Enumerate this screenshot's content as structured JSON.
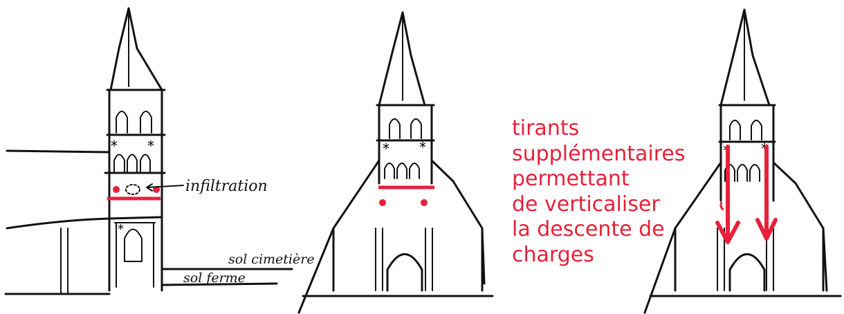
{
  "labels": {
    "infiltration": "infiltration",
    "sol_cimetiere": "sol cimetière",
    "sol_ferme": "sol ferme"
  },
  "caption": {
    "lines": [
      "tirants",
      "supplémentaires",
      "permettant",
      "de verticaliser",
      "la descente de",
      "charges"
    ]
  },
  "colors": {
    "ink": "#111111",
    "accent": "#e8203a"
  }
}
